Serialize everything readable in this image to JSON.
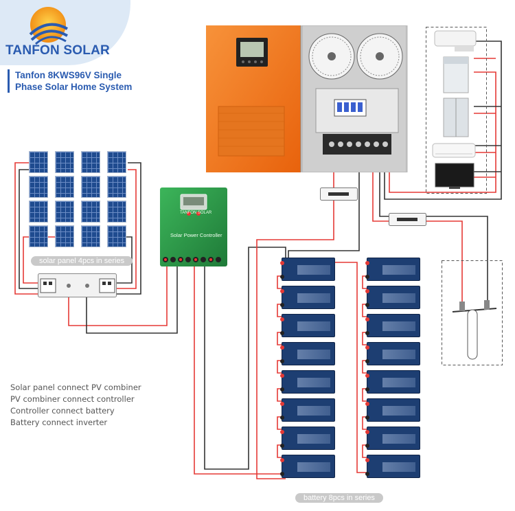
{
  "brand": {
    "name": "TANFON SOLAR"
  },
  "title": {
    "line1": "Tanfon 8KWS96V Single",
    "line2": "Phase Solar Home System"
  },
  "captions": {
    "solar_panels": "solar panel 4pcs in series",
    "batteries": "battery 8pcs in series"
  },
  "controller": {
    "label": "Solar Power Controller",
    "brand": "TANFON SOLAR"
  },
  "notes": [
    "Solar panel connect PV combiner",
    "PV combiner connect controller",
    "Controller connect battery",
    "Battery connect inverter"
  ],
  "colors": {
    "brand_blue": "#2a5bb0",
    "inverter_orange": "#f2801f",
    "controller_green": "#2b9a48",
    "panel_blue": "#1f4b8f",
    "battery_navy": "#1d3e72",
    "wire_red": "#e53935",
    "wire_black": "#333333"
  },
  "icons": [
    "sun-logo-icon",
    "air-conditioner-icon",
    "washing-machine-icon",
    "refrigerator-icon",
    "wall-ac-icon",
    "television-icon",
    "water-heater-icon",
    "breaker-icon",
    "fan-icon"
  ]
}
